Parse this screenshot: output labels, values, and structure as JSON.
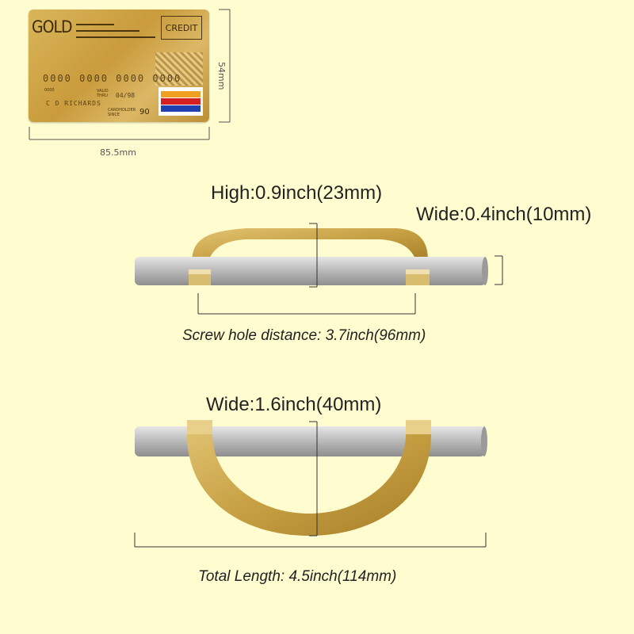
{
  "card": {
    "brand": "GOLD",
    "type_label": "CREDIT",
    "number": "0000 0000 0000 0000",
    "small_number": "0000",
    "valid_thru": "VALID THRU",
    "expiry": "04/98",
    "holder": "C D RICHARDS",
    "cardholder_since": "CARDHOLDER SINCE",
    "since_year": "90",
    "stripe_colors": [
      "#f0a020",
      "#d42020",
      "#2040b0"
    ]
  },
  "card_dimensions": {
    "height": "54mm",
    "width": "85.5mm"
  },
  "side_view": {
    "height_label": "High:0.9inch(23mm)",
    "width_label": "Wide:0.4inch(10mm)",
    "screw_label": "Screw hole distance: 3.7inch(96mm)"
  },
  "top_view": {
    "width_label": "Wide:1.6inch(40mm)",
    "length_label": "Total Length: 4.5inch(114mm)"
  },
  "colors": {
    "background": "#fffdd0",
    "gold": "#c9a64a",
    "bar": "#b8b8b8"
  }
}
